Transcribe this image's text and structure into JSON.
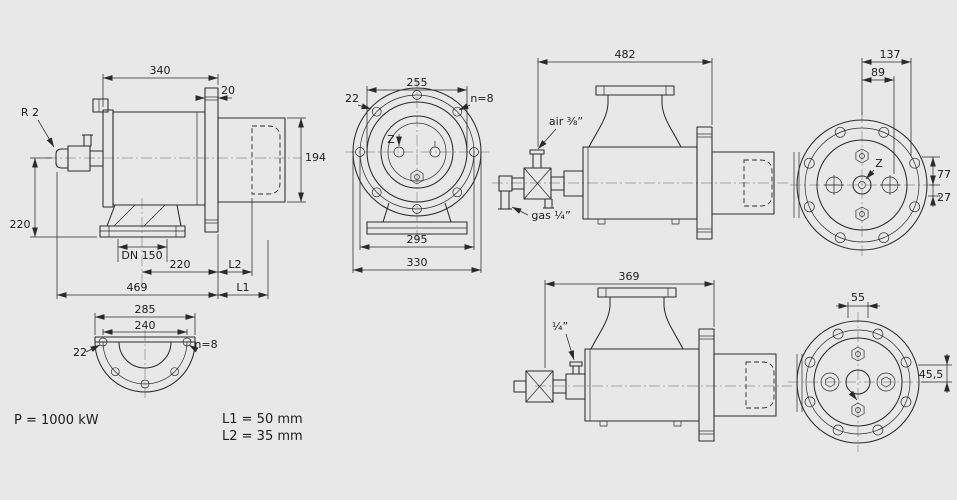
{
  "drawing": {
    "background_color": "#e8e8e8",
    "line_color": "#2b2b2b",
    "notes": {
      "power": "P = 1000 kW",
      "l1": "L1 = 50 mm",
      "l2": "L2 = 35 mm"
    },
    "view_side": {
      "d340": "340",
      "d20": "20",
      "dr2": "R 2",
      "d220_vertical": "220",
      "d194": "194",
      "ddn150": "DN 150",
      "d220_horizontal": "220",
      "dl2": "L2",
      "d469": "469",
      "dl1": "L1"
    },
    "view_front": {
      "d255": "255",
      "d22": "22",
      "dn8": "n=8",
      "d295": "295",
      "d330": "330",
      "z": "Z"
    },
    "view_air_gas": {
      "d482": "482",
      "air": "air ⅜”",
      "gas": "gas ¼”"
    },
    "view_rear_top": {
      "d137": "137",
      "d89": "89",
      "d77": "77",
      "d27": "27",
      "z": "Z"
    },
    "view_half_flange": {
      "d285": "285",
      "d240": "240",
      "d22": "22",
      "dn8": "n=8"
    },
    "view_bottom": {
      "d369": "369",
      "dquarter": "¼”"
    },
    "view_rear_bottom": {
      "d55": "55",
      "d455": "45,5"
    }
  }
}
